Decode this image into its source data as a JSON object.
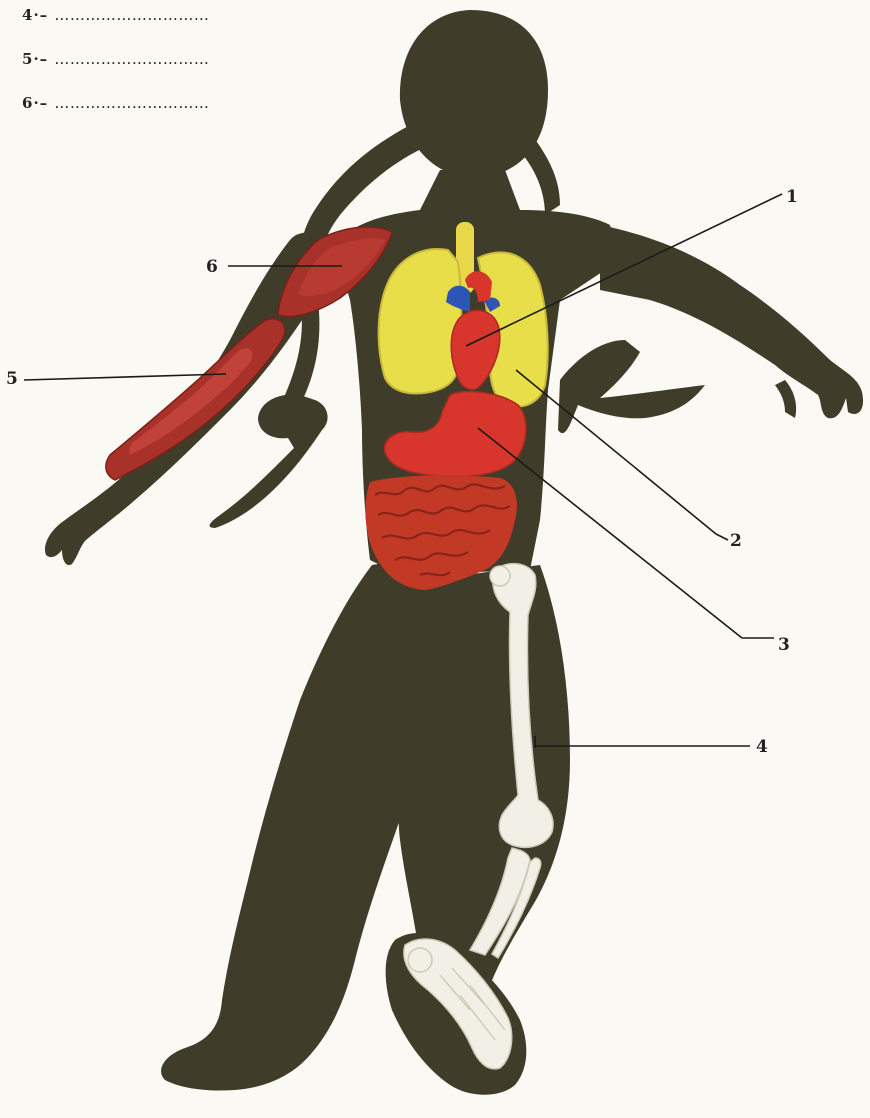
{
  "answer_blanks": [
    {
      "number": "4",
      "separator": "·–",
      "dots": "…………………………"
    },
    {
      "number": "5",
      "separator": "·–",
      "dots": "…………………………"
    },
    {
      "number": "6",
      "separator": "·–",
      "dots": "…………………………"
    }
  ],
  "callouts": [
    {
      "id": "1",
      "label": "1",
      "points_to": "heart"
    },
    {
      "id": "2",
      "label": "2",
      "points_to": "lungs"
    },
    {
      "id": "3",
      "label": "3",
      "points_to": "stomach"
    },
    {
      "id": "4",
      "label": "4",
      "points_to": "skeleton"
    },
    {
      "id": "5",
      "label": "5",
      "points_to": "forearm-muscles"
    },
    {
      "id": "6",
      "label": "6",
      "points_to": "upper-arm-muscle"
    }
  ],
  "colors": {
    "silhouette": "#3f3d2a",
    "lungs": "#e8de4a",
    "heart": "#d8362c",
    "stomach": "#d8362c",
    "intestine": "#c23a26",
    "muscle": "#a8322a",
    "bone": "#f2f0e6",
    "vessel_blue": "#2d55b8",
    "trachea": "#e9d84a"
  }
}
